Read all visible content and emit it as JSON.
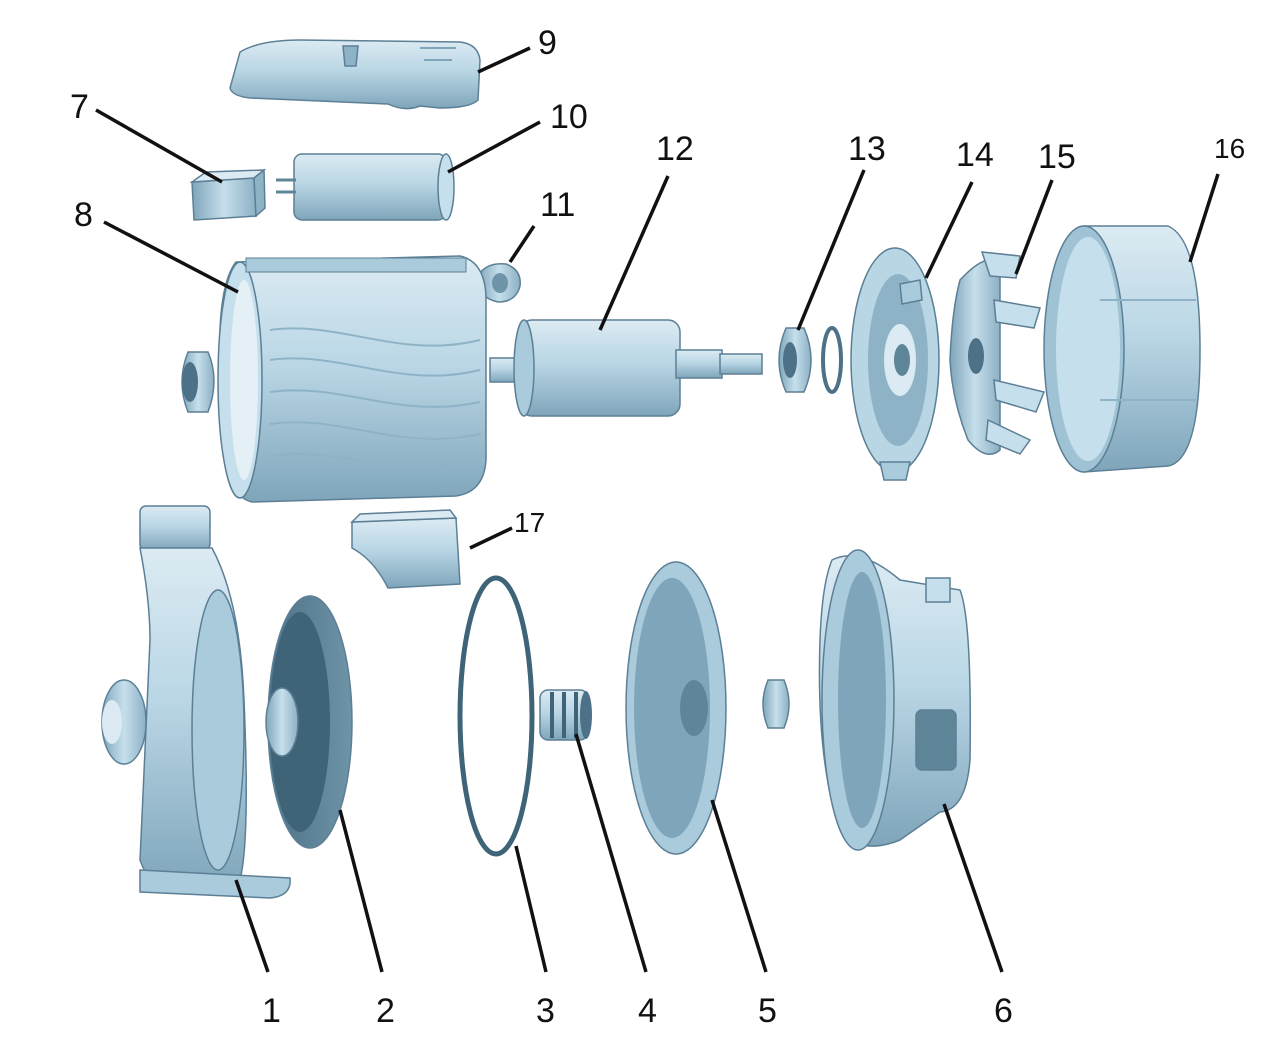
{
  "diagram": {
    "labels": {
      "p1": "1",
      "p2": "2",
      "p3": "3",
      "p4": "4",
      "p5": "5",
      "p6": "6",
      "p7": "7",
      "p8": "8",
      "p9": "9",
      "p10": "10",
      "p11": "11",
      "p12": "12",
      "p13": "13",
      "p14": "14",
      "p15": "15",
      "p16": "16",
      "p17": "17"
    },
    "colors": {
      "part_fill": "#b9d6e5",
      "part_light": "#dcebf3",
      "part_dark": "#7fa5ba",
      "part_shadow": "#5f8599",
      "label": "#111111"
    }
  }
}
